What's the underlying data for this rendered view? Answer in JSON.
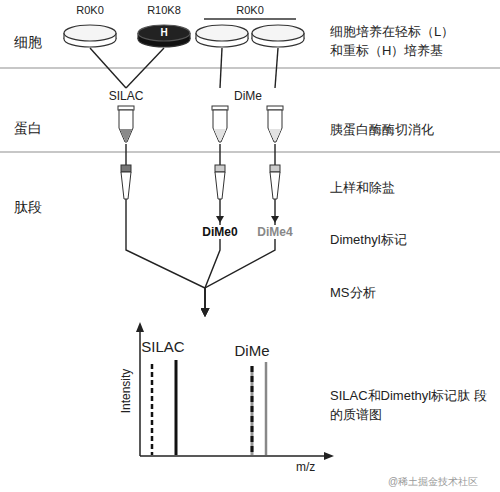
{
  "diagram": {
    "nodes": [
      {
        "text": [
          "R0K0"
        ]
      },
      {
        "text": [
          "R10K8",
          "H"
        ]
      },
      {
        "text": [
          "R0K0"
        ]
      },
      {
        "text": [
          "SILAC"
        ]
      },
      {
        "text": [
          "DiMe"
        ]
      },
      {
        "text": [
          "SILAC",
          "DiMe",
          "Intensity",
          "m/z"
        ]
      }
    ],
    "edges": [
      {
        "from": 0,
        "to": 3,
        "arrow": "none"
      },
      {
        "from": 1,
        "to": 3,
        "arrow": "none"
      },
      {
        "from": 2,
        "to": 4,
        "arrow": "none"
      },
      {
        "from": 3,
        "to": 5,
        "arrow": "to"
      },
      {
        "from": 4,
        "to": 5,
        "label": "DiMe0",
        "arrow": "to"
      },
      {
        "from": 4,
        "to": 5,
        "label": "DiMe4",
        "arrow": "to"
      }
    ],
    "labels": [
      "细胞",
      "蛋白",
      "肽段",
      "细胞培养在轻标（L） 和重标（H）培养基",
      "胰蛋白酶酶切消化",
      "上样和除盐",
      "Dimethyl标记",
      "MS分析",
      "SILAC和Dimethyl标记肽 段的质谱图",
      "@稀土掘金技术社区"
    ]
  }
}
